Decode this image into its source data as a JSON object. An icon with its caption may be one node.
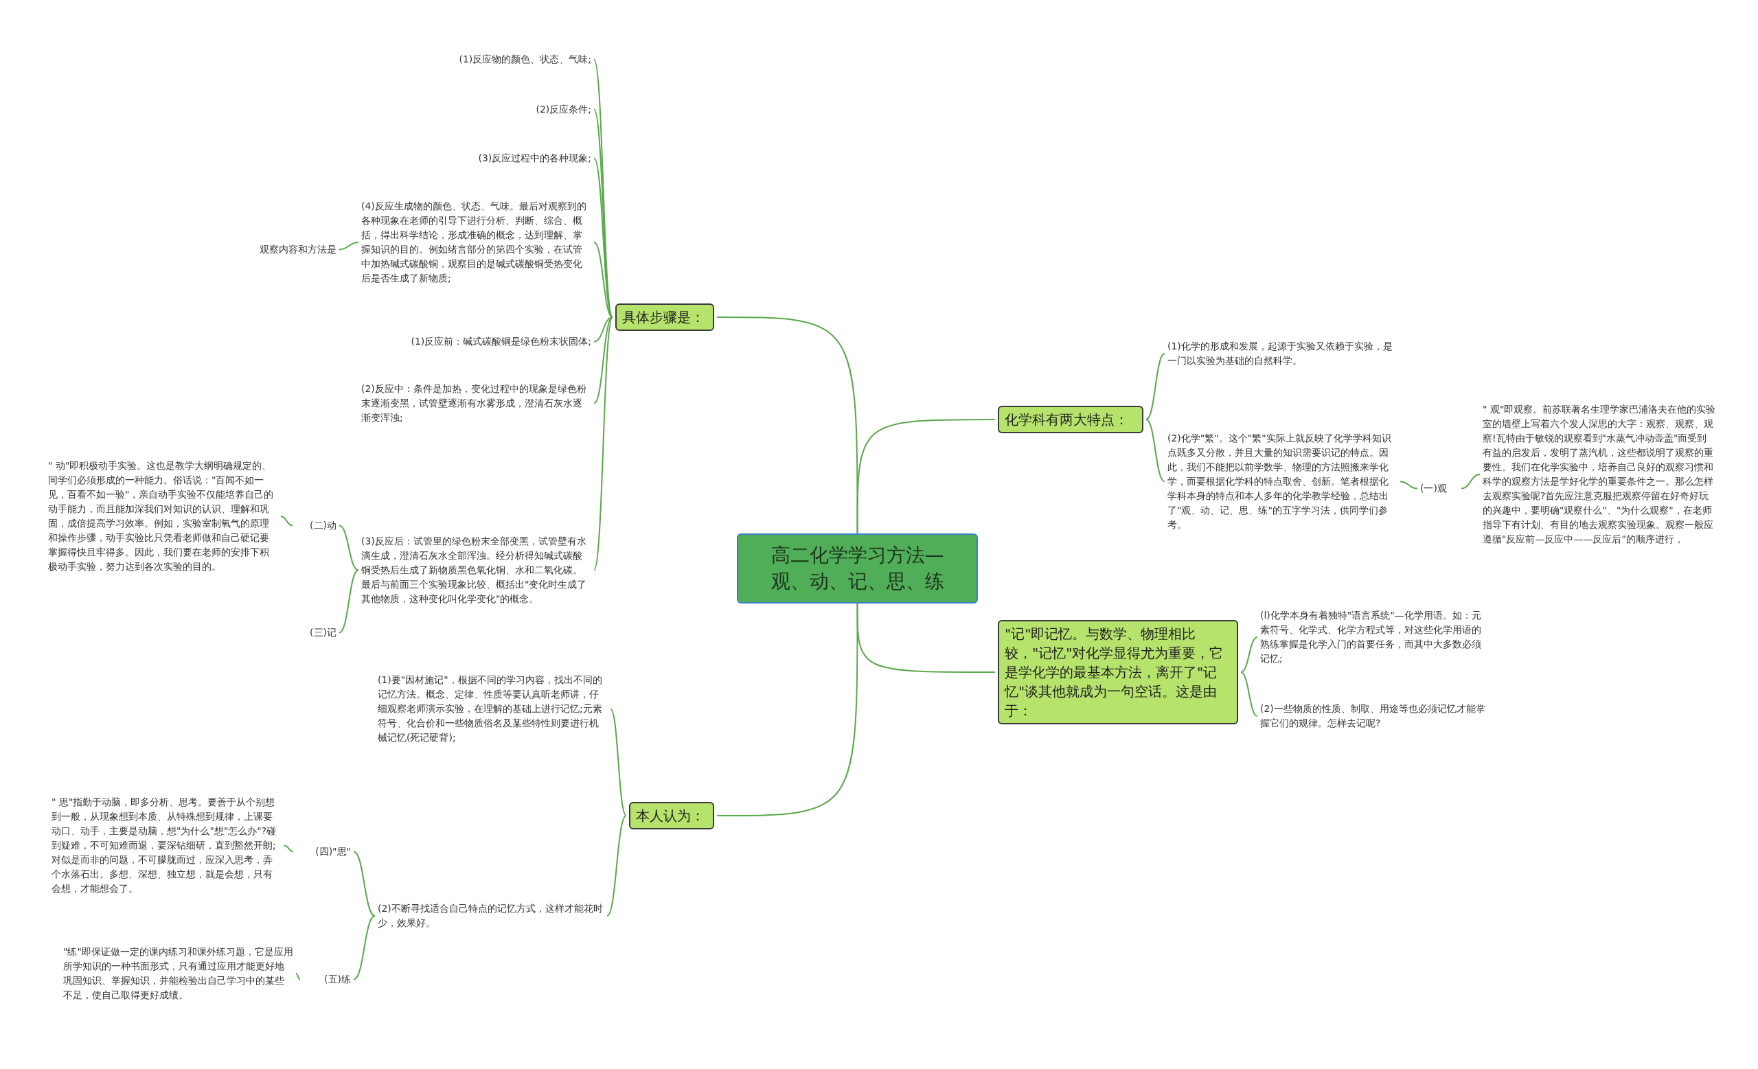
{
  "diagram": {
    "nodes": [
      {
        "text": [
          "高二化学学习方法—观、动、记、思、练"
        ]
      },
      {
        "text": [
          "具体步骤是："
        ]
      },
      {
        "text": [
          "(1)反应物的颜色、状态、气味;"
        ]
      },
      {
        "text": [
          "(2)反应条件;"
        ]
      },
      {
        "text": [
          "(3)反应过程中的各种现象;"
        ]
      },
      {
        "text": [
          "(4)反应生成物的颜色、状态、气味。最后对观察到的各种现象在老师的引导下进行分析、判断、综合、概括，得出科学结论，形成准确的概念，达到理解、掌握知识的目的。例如绪言部分的第四个实验，在试管中加热碱式碳酸铜，观察目的是碱式碳酸铜受热变化后是否生成了新物质;"
        ]
      },
      {
        "text": [
          "观察内容和方法是"
        ]
      },
      {
        "text": [
          "(1)反应前：碱式碳酸铜是绿色粉末状固体;"
        ]
      },
      {
        "text": [
          "(2)反应中：条件是加热，变化过程中的现象是绿色粉末逐渐变黑，试管壁逐渐有水雾形成，澄清石灰水逐渐变浑浊;"
        ]
      },
      {
        "text": [
          "(3)反应后：试管里的绿色粉末全部变黑，试管壁有水滴生成，澄清石灰水全部浑浊。经分析得知碱式碳酸铜受热后生成了新物质黑色氧化铜、水和二氧化碳。最后与前面三个实验现象比较、概括出\"变化时生成了其他物质，这种变化叫化学变化\"的概念。"
        ]
      },
      {
        "text": [
          "(二)动"
        ]
      },
      {
        "text": [
          "\" 动\"即积极动手实验。这也是教学大纲明确规定的、同学们必须形成的一种能力。俗话说：\"百闻不如一见，百看不如一验\"，亲自动手实验不仅能培养自己的动手能力，而且能加深我们对知识的认识、理解和巩固，成倍提高学习效率。例如，实验室制氧气的原理和操作步骤，动手实验比只凭看老师做和自己硬记要掌握得快且牢得多。因此，我们要在老师的安排下积极动手实验，努力达到各次实验的目的。"
        ]
      },
      {
        "text": [
          "(三)记"
        ]
      },
      {
        "text": [
          "本人认为："
        ]
      },
      {
        "text": [
          "(1)要\"因材施记\"，根据不同的学习内容，找出不同的记忆方法。概念、定律、性质等要认真听老师讲，仔细观察老师演示实验，在理解的基础上进行记忆;元素符号、化合价和一些物质俗名及某些特性则要进行机械记忆(死记硬背);"
        ]
      },
      {
        "text": [
          "(2)不断寻找适合自己特点的记忆方式，这样才能花时少，效果好。"
        ]
      },
      {
        "text": [
          "(四)\"思\""
        ]
      },
      {
        "text": [
          "\" 思\"指勤于动脑，即多分析、思考。要善于从个别想到一般，从现象想到本质、从特殊想到规律，上课要动口、动手，主要是动脑，想\"为什么\"想\"怎么办\"?碰到疑难，不可知难而退，要深钻细研，直到豁然开朗;对似是而非的问题，不可朦胧而过，应深入思考，弄个水落石出。多想、深想、独立想，就是会想，只有会想，才能想会了。"
        ]
      },
      {
        "text": [
          "(五)练"
        ]
      },
      {
        "text": [
          "\"练\"即保证做一定的课内练习和课外练习题，它是应用所学知识的一种书面形式，只有通过应用才能更好地巩固知识、掌握知识，并能检验出自己学习中的某些不足，使自己取得更好成绩。"
        ]
      },
      {
        "text": [
          "化学科有两大特点："
        ]
      },
      {
        "text": [
          "(1)化学的形成和发展，起源于实验又依赖于实验，是一门以实验为基础的自然科学。"
        ]
      },
      {
        "text": [
          "(2)化学\"繁\"。这个\"繁\"实际上就反映了化学学科知识点既多又分散，并且大量的知识需要识记的特点。因此，我们不能把以前学数学、物理的方法照搬来学化学，而要根据化学科的特点取舍、创新。笔者根据化学科本身的特点和本人多年的化学教学经验，总结出了\"观、动、记、思、练\"的五字学习法，供同学们参考。"
        ]
      },
      {
        "text": [
          "(一)观"
        ]
      },
      {
        "text": [
          "\" 观\"即观察。前苏联著名生理学家巴浦洛夫在他的实验室的墙壁上写着六个发人深思的大字：观察、观察、观察!瓦特由于敏锐的观察看到\"水蒸气冲动壶盖\"而受到有益的启发后，发明了蒸汽机，这些都说明了观察的重要性。我们在化学实验中，培养自己良好的观察习惯和科学的观察方法是学好化学的重要条件之一。那么怎样去观察实验呢?首先应注意克服把观察停留在好奇好玩的兴趣中，要明确\"观察什么\"、\"为什么观察\"，在老师指导下有计划、有目的地去观察实验现象。观察一般应遵循\"反应前—反应中——反应后\"的顺序进行，"
        ]
      },
      {
        "text": [
          "\"记\"即记忆。与数学、物理相比较，\"记忆\"对化学显得尤为重要，它是学化学的最基本方法，离开了\"记忆\"谈其他就成为一句空话。这是由于："
        ]
      },
      {
        "text": [
          "(l)化学本身有着独特\"语言系统\"—化学用语。如：元素符号、化学式、化学方程式等，对这些化学用语的熟练掌握是化学入门的首要任务，而其中大多数必须记忆;"
        ]
      },
      {
        "text": [
          "(2)一些物质的性质、制取、用途等也必须记忆才能掌握它们的规律。怎样去记呢?"
        ]
      }
    ],
    "edges": [
      {
        "from": 0,
        "to": 1,
        "arrow": "none"
      },
      {
        "from": 1,
        "to": 2,
        "arrow": "none"
      },
      {
        "from": 1,
        "to": 3,
        "arrow": "none"
      },
      {
        "from": 1,
        "to": 4,
        "arrow": "none"
      },
      {
        "from": 1,
        "to": 5,
        "arrow": "none"
      },
      {
        "from": 5,
        "to": 6,
        "arrow": "none"
      },
      {
        "from": 1,
        "to": 7,
        "arrow": "none"
      },
      {
        "from": 1,
        "to": 8,
        "arrow": "none"
      },
      {
        "from": 1,
        "to": 9,
        "arrow": "none"
      },
      {
        "from": 9,
        "to": 10,
        "arrow": "none"
      },
      {
        "from": 10,
        "to": 11,
        "arrow": "none"
      },
      {
        "from": 9,
        "to": 12,
        "arrow": "none"
      },
      {
        "from": 0,
        "to": 13,
        "arrow": "none"
      },
      {
        "from": 13,
        "to": 14,
        "arrow": "none"
      },
      {
        "from": 13,
        "to": 15,
        "arrow": "none"
      },
      {
        "from": 15,
        "to": 16,
        "arrow": "none"
      },
      {
        "from": 16,
        "to": 17,
        "arrow": "none"
      },
      {
        "from": 15,
        "to": 18,
        "arrow": "none"
      },
      {
        "from": 18,
        "to": 19,
        "arrow": "none"
      },
      {
        "from": 0,
        "to": 20,
        "arrow": "none"
      },
      {
        "from": 20,
        "to": 21,
        "arrow": "none"
      },
      {
        "from": 20,
        "to": 22,
        "arrow": "none"
      },
      {
        "from": 22,
        "to": 23,
        "arrow": "none"
      },
      {
        "from": 23,
        "to": 24,
        "arrow": "none"
      },
      {
        "from": 0,
        "to": 25,
        "arrow": "none"
      },
      {
        "from": 25,
        "to": 26,
        "arrow": "none"
      },
      {
        "from": 25,
        "to": 27,
        "arrow": "none"
      }
    ]
  }
}
